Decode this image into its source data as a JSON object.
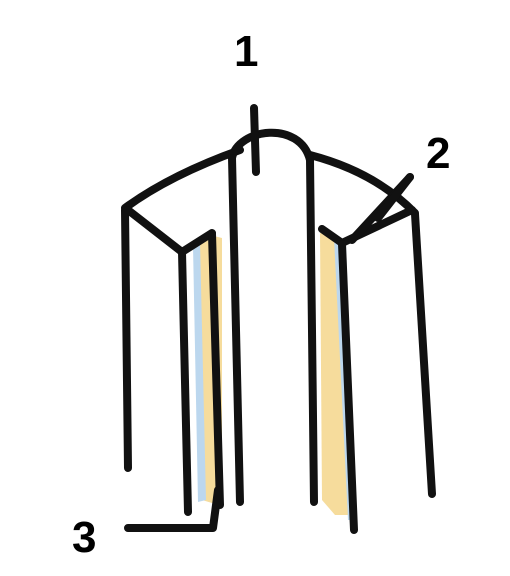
{
  "labels": {
    "one": "1",
    "two": "2",
    "three": "3"
  },
  "colors": {
    "stroke": "#111111",
    "fill_yellow": "#f6dc9c",
    "fill_blue": "#bcd7ee"
  }
}
